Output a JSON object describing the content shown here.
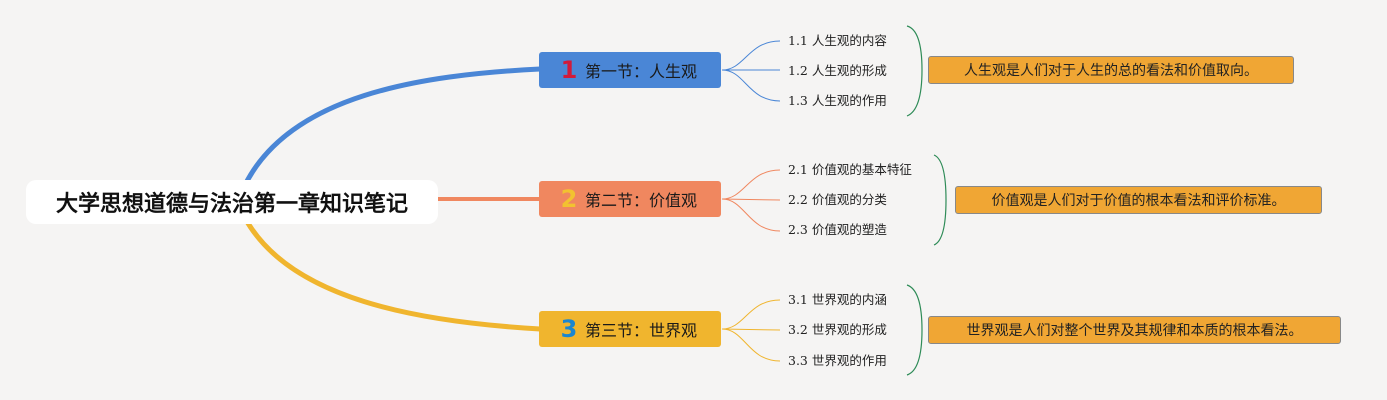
{
  "root": {
    "title": "大学思想道德与法治第一章知识笔记"
  },
  "colors": {
    "blue": "#4a86d6",
    "orange": "#f0875f",
    "yellow": "#f0b52e",
    "summary": "#f0a634",
    "bracket": "#2e8b57"
  },
  "sections": [
    {
      "num": "1",
      "label": "第一节：人生观",
      "color": "#4a86d6",
      "num_color": "#d21a3b",
      "items": [
        {
          "num": "1.1",
          "label": "人生观的内容"
        },
        {
          "num": "1.2",
          "label": "人生观的形成"
        },
        {
          "num": "1.3",
          "label": "人生观的作用"
        }
      ],
      "summary": "人生观是人们对于人生的总的看法和价值取向。"
    },
    {
      "num": "2",
      "label": "第二节：价值观",
      "color": "#f0875f",
      "num_color": "#f2c230",
      "items": [
        {
          "num": "2.1",
          "label": "价值观的基本特征"
        },
        {
          "num": "2.2",
          "label": "价值观的分类"
        },
        {
          "num": "2.3",
          "label": "价值观的塑造"
        }
      ],
      "summary": "价值观是人们对于价值的根本看法和评价标准。"
    },
    {
      "num": "3",
      "label": "第三节：世界观",
      "color": "#f0b52e",
      "num_color": "#1a86d0",
      "items": [
        {
          "num": "3.1",
          "label": "世界观的内涵"
        },
        {
          "num": "3.2",
          "label": "世界观的形成"
        },
        {
          "num": "3.3",
          "label": "世界观的作用"
        }
      ],
      "summary": "世界观是人们对整个世界及其规律和本质的根本看法。"
    }
  ]
}
